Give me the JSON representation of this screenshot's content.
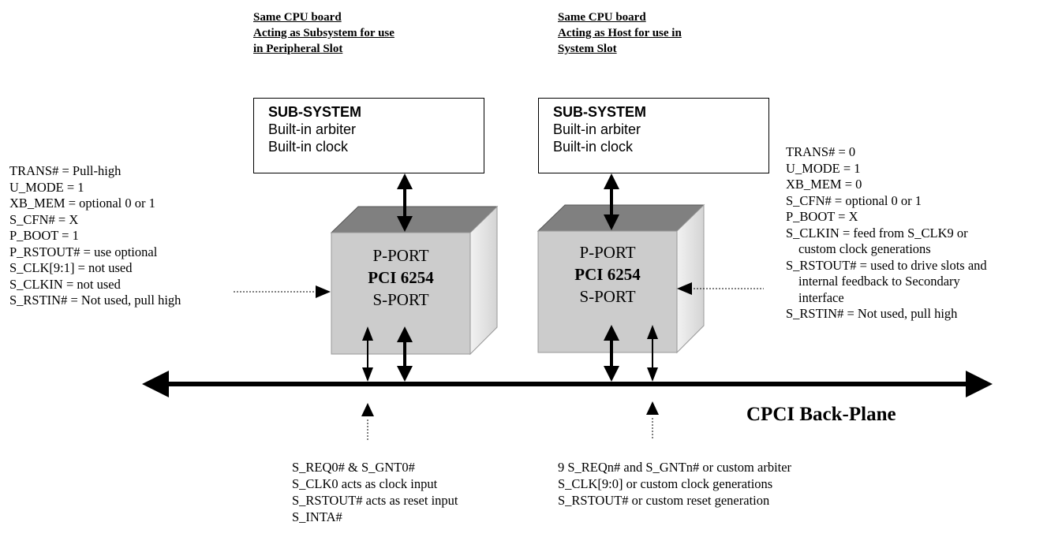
{
  "headings": {
    "left": [
      "Same CPU board",
      "Acting as Subsystem for use",
      "in Peripheral Slot"
    ],
    "right": [
      "Same CPU board",
      "Acting as Host for use in",
      "System Slot"
    ]
  },
  "subsystem_boxes": [
    {
      "title": "SUB-SYSTEM",
      "lines": [
        "Built-in arbiter",
        "Built-in clock"
      ]
    },
    {
      "title": "SUB-SYSTEM",
      "lines": [
        "Built-in arbiter",
        "Built-in clock"
      ]
    }
  ],
  "chip_boxes": [
    {
      "top": "P-PORT",
      "chip": "PCI 6254",
      "bottom": "S-PORT"
    },
    {
      "top": "P-PORT",
      "chip": "PCI 6254",
      "bottom": "S-PORT"
    }
  ],
  "left_notes": [
    "TRANS# = Pull-high",
    "U_MODE = 1",
    "XB_MEM = optional 0 or 1",
    "S_CFN# = X",
    "P_BOOT = 1",
    "P_RSTOUT# = use optional",
    "S_CLK[9:1] = not used",
    "S_CLKIN = not used",
    "S_RSTIN# = Not used, pull high"
  ],
  "right_notes": [
    "TRANS# = 0",
    "U_MODE = 1",
    "XB_MEM = 0",
    "S_CFN# = optional 0 or 1",
    "P_BOOT = X",
    "S_CLKIN = feed from S_CLK9 or",
    "custom clock generations",
    "S_RSTOUT# = used to drive slots and",
    "internal feedback to Secondary",
    "interface",
    "S_RSTIN# = Not used, pull high"
  ],
  "bottom_left_notes": [
    "S_REQ0# & S_GNT0#",
    "S_CLK0 acts as clock input",
    "S_RSTOUT#  acts as reset input",
    "S_INTA#"
  ],
  "bottom_right_notes": [
    "9 S_REQn# and S_GNTn#  or  custom arbiter",
    "S_CLK[9:0]  or  custom clock generations",
    "S_RSTOUT# or custom reset generation"
  ],
  "backplane_label": "CPCI Back-Plane",
  "colors": {
    "box_front": "#cccccc",
    "box_top": "#808080",
    "box_side": "#e0e0e0",
    "line": "#000000"
  }
}
